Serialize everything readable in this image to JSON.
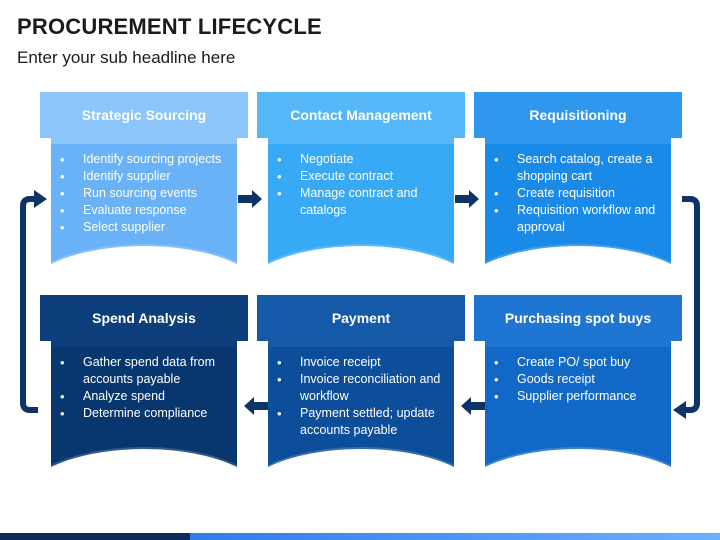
{
  "title": "PROCUREMENT LIFECYCLE",
  "subtitle": "Enter your sub headline here",
  "colors": {
    "connector": "#0e3467",
    "bottom_bar_dark": "#0b2c5c",
    "bottom_bar_light": "#3d8ef0"
  },
  "cards": [
    {
      "title": "Strategic Sourcing",
      "color": "#6ab2f7",
      "head_color": "#8cc5fa",
      "items": [
        "Identify sourcing projects",
        "Identify supplier",
        "Run sourcing events",
        "Evaluate response",
        "Select supplier"
      ]
    },
    {
      "title": "Contact Management",
      "color": "#38a9f5",
      "head_color": "#55b7f7",
      "items": [
        "Negotiate",
        "Execute contract",
        "Manage contract and catalogs"
      ]
    },
    {
      "title": "Requisitioning",
      "color": "#1a8ae8",
      "head_color": "#2f97ee",
      "items": [
        "Search catalog, create a shopping cart",
        "Create requisition",
        "Requisition workflow and approval"
      ]
    },
    {
      "title": "Purchasing spot buys",
      "color": "#1268c6",
      "head_color": "#1e76d2",
      "items": [
        "Create PO/ spot buy",
        "Goods receipt",
        "Supplier performance"
      ]
    },
    {
      "title": "Payment",
      "color": "#0c4e9a",
      "head_color": "#145aa8",
      "items": [
        "Invoice receipt",
        "Invoice reconciliation and workflow",
        "Payment settled; update accounts payable"
      ]
    },
    {
      "title": "Spend Analysis",
      "color": "#08366f",
      "head_color": "#0d3f7c",
      "items": [
        "Gather spend data from accounts payable",
        "Analyze spend",
        "Determine compliance"
      ]
    }
  ]
}
